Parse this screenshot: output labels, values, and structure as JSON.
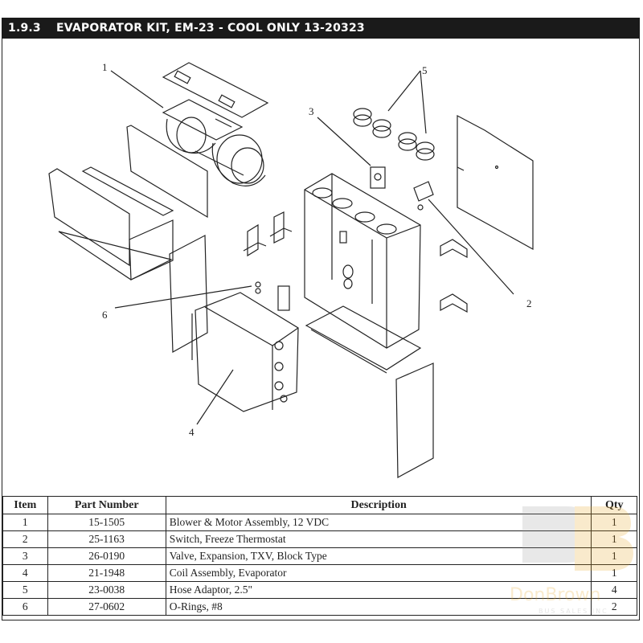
{
  "header": {
    "section_number": "1.9.3",
    "title": "EVAPORATOR KIT, EM-23 - COOL ONLY 13-20323"
  },
  "diagram": {
    "callouts": [
      "1",
      "2",
      "3",
      "4",
      "5",
      "6"
    ]
  },
  "parts_table": {
    "columns": [
      "Item",
      "Part Number",
      "Description",
      "Qty"
    ],
    "rows": [
      {
        "item": "1",
        "part_number": "15-1505",
        "description": "Blower & Motor Assembly, 12 VDC",
        "qty": "1"
      },
      {
        "item": "2",
        "part_number": "25-1163",
        "description": "Switch, Freeze Thermostat",
        "qty": "1"
      },
      {
        "item": "3",
        "part_number": "26-0190",
        "description": "Valve, Expansion, TXV, Block Type",
        "qty": "1"
      },
      {
        "item": "4",
        "part_number": "21-1948",
        "description": "Coil Assembly, Evaporator",
        "qty": "1"
      },
      {
        "item": "5",
        "part_number": "23-0038",
        "description": "Hose Adaptor, 2.5\"",
        "qty": "4"
      },
      {
        "item": "6",
        "part_number": "27-0602",
        "description": "O-Rings, #8",
        "qty": "2"
      }
    ]
  },
  "watermark": {
    "text": "DonBrown",
    "subtext": "BUS SALES INC"
  }
}
